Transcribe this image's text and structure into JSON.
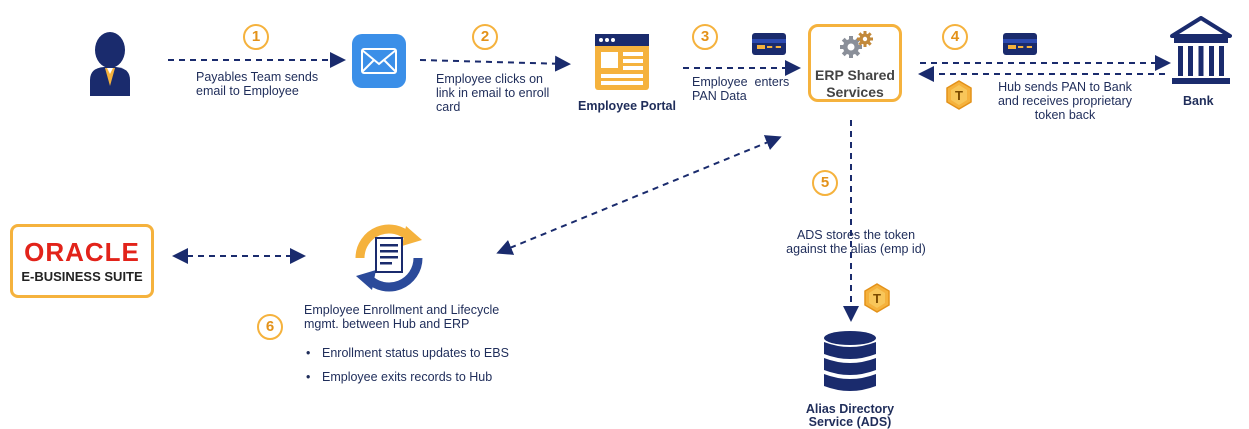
{
  "steps": {
    "s1": {
      "num": "1",
      "text": "Payables Team sends email to Employee"
    },
    "s2": {
      "num": "2",
      "text": "Employee clicks on link in email to enroll card"
    },
    "s3": {
      "num": "3",
      "line1": "Employee  enters",
      "line2": "PAN Data"
    },
    "s4": {
      "num": "4",
      "text": "Hub sends PAN to Bank and receives proprietary token back"
    },
    "s5": {
      "num": "5",
      "text": "ADS stores the token against the alias (emp id)"
    },
    "s6": {
      "num": "6",
      "text": "Employee Enrollment and Lifecycle mgmt. between Hub and ERP"
    }
  },
  "nodes": {
    "portal": "Employee Portal",
    "erp": {
      "line1": "ERP Shared",
      "line2": "Services"
    },
    "bank": "Bank",
    "ads": {
      "line1": "Alias Directory",
      "line2": "Service (ADS)"
    },
    "oracle": {
      "logo": "ORACLE",
      "suite": "E-BUSINESS SUITE"
    }
  },
  "token_letter": "T",
  "bullets": [
    "Enrollment status updates to EBS",
    "Employee exits records to Hub"
  ],
  "colors": {
    "navy": "#1a2b6d",
    "orange": "#f5b23d",
    "oracle_red": "#e2231a",
    "mail_blue": "#3b8fe8"
  }
}
